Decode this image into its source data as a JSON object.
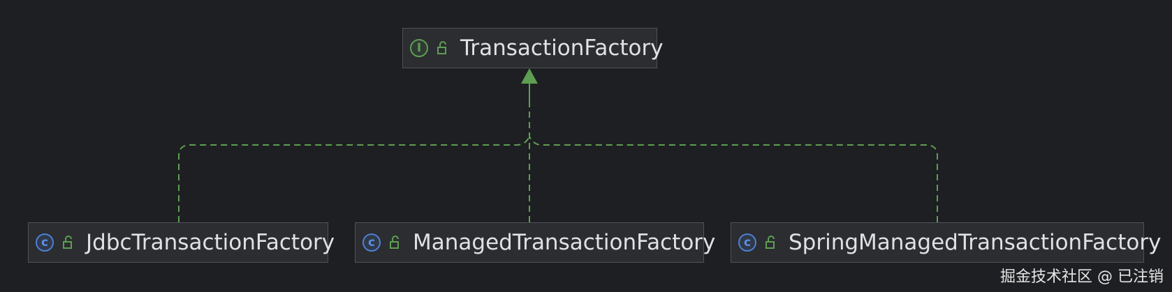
{
  "diagram": {
    "type": "uml-class-hierarchy",
    "relation": "implements",
    "parent": {
      "name": "TransactionFactory",
      "kind": "interface",
      "kind_icon_letter": "I",
      "visibility_icon": "unlocked-padlock-icon"
    },
    "children": [
      {
        "name": "JdbcTransactionFactory",
        "kind": "class",
        "kind_icon_letter": "c",
        "visibility_icon": "unlocked-padlock-icon"
      },
      {
        "name": "ManagedTransactionFactory",
        "kind": "class",
        "kind_icon_letter": "c",
        "visibility_icon": "unlocked-padlock-icon"
      },
      {
        "name": "SpringManagedTransactionFactory",
        "kind": "class",
        "kind_icon_letter": "c",
        "visibility_icon": "unlocked-padlock-icon"
      }
    ]
  },
  "watermark": "掘金技术社区 @ 已注销",
  "colors": {
    "background": "#1e1f22",
    "node_fill": "#2b2d30",
    "node_border": "#4e5157",
    "text": "#dfe1e5",
    "edge": "#5e9e52",
    "interface_icon": "#5e9e52",
    "class_icon": "#4e7fd6"
  }
}
